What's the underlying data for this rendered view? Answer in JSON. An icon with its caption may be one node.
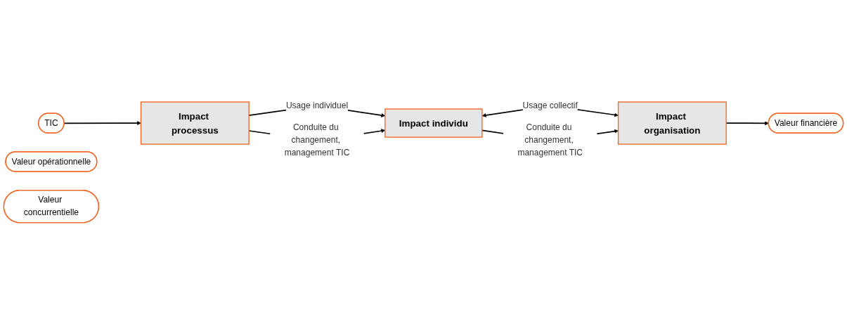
{
  "diagram": {
    "nodes": [
      {
        "text": [
          "TIC"
        ]
      },
      {
        "text": [
          "Impact processus"
        ]
      },
      {
        "text": [
          "Impact individu"
        ]
      },
      {
        "text": [
          "Impact organisation"
        ]
      },
      {
        "text": [
          "Valeur opérationnelle"
        ]
      },
      {
        "text": [
          "Valeur financière"
        ]
      },
      {
        "text": [
          "Valeur concurrentielle"
        ]
      }
    ],
    "edges": [
      {
        "from": 0,
        "to": 1,
        "arrow": "to"
      },
      {
        "from": 1,
        "to": 2,
        "arrow": "to",
        "label": "Usage individuel"
      },
      {
        "from": 1,
        "to": 2,
        "arrow": "to",
        "label": "Conduite du changement, management TIC"
      },
      {
        "from": 2,
        "to": 3,
        "arrow": "both",
        "label": "Usage collectif"
      },
      {
        "from": 2,
        "to": 3,
        "arrow": "to",
        "label": "Conduite du changement, management TIC"
      },
      {
        "from": 3,
        "to": 5,
        "arrow": "to"
      }
    ]
  }
}
